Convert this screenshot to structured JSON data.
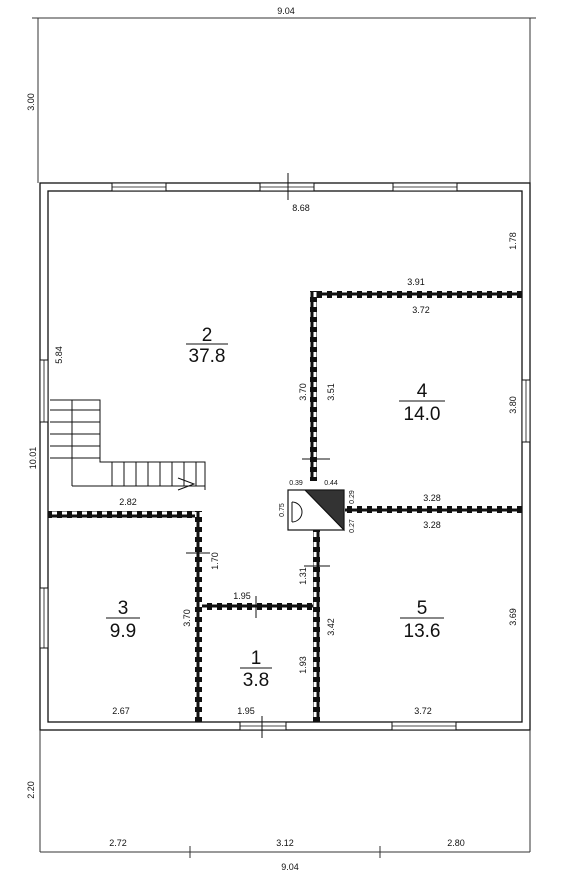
{
  "rooms": [
    {
      "id": "2",
      "number": "2",
      "area": "37.8"
    },
    {
      "id": "4",
      "number": "4",
      "area": "14.0"
    },
    {
      "id": "3",
      "number": "3",
      "area": "9.9"
    },
    {
      "id": "1",
      "number": "1",
      "area": "3.8"
    },
    {
      "id": "5",
      "number": "5",
      "area": "13.6"
    }
  ],
  "dimensions": {
    "top_total": "9.04",
    "bottom_total": "9.04",
    "terrace_top_height": "3.00",
    "terrace_bottom_height": "2.20",
    "main_depth": "10.01",
    "inner_width": "8.68",
    "room2_side": "5.84",
    "right_top_offset": "1.78",
    "room4_top_outer": "3.91",
    "room4_top_inner": "3.72",
    "room4_left_outer": "3.70",
    "room4_left_inner": "3.51",
    "room4_right": "3.80",
    "room4_bottom_outer": "3.28",
    "room4_bottom_inner": "3.28",
    "stair_wall": "2.82",
    "shaft_039": "0.39",
    "shaft_044": "0.44",
    "shaft_029": "0.29",
    "shaft_027": "0.27",
    "shaft_075": "0.75",
    "corridor_left": "1.70",
    "corridor_right": "1.31",
    "room3_height": "3.70",
    "room1_top": "1.95",
    "room1_bottom": "1.95",
    "room1_right": "1.93",
    "room5_left": "3.42",
    "room5_right": "3.69",
    "room3_bottom": "2.67",
    "room5_bottom": "3.72",
    "bottom_seg_1": "2.72",
    "bottom_seg_2": "3.12",
    "bottom_seg_3": "2.80"
  }
}
